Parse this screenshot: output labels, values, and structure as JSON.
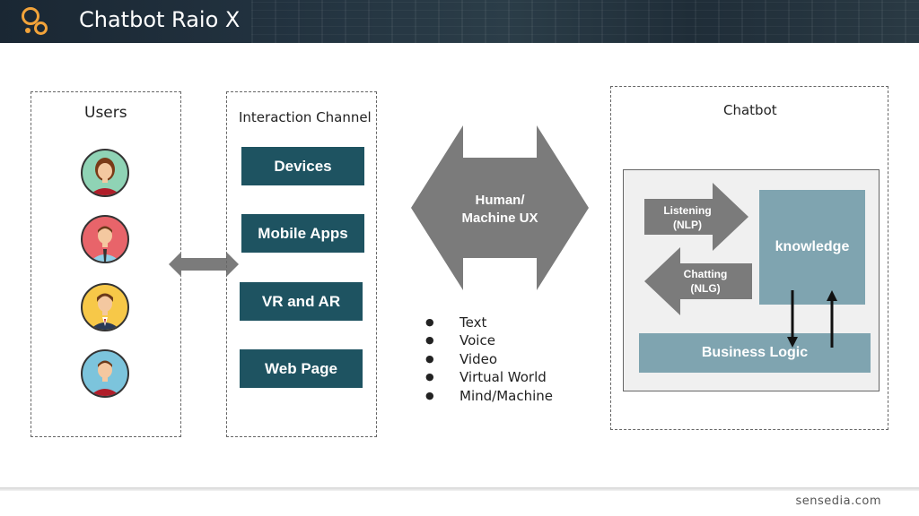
{
  "header": {
    "title": "Chatbot Raio X"
  },
  "users": {
    "label": "Users"
  },
  "channels": {
    "label": "Interaction Channel",
    "items": [
      "Devices",
      "Mobile Apps",
      "VR and AR",
      "Web Page"
    ]
  },
  "hmux": {
    "line1": "Human/",
    "line2": "Machine UX"
  },
  "modalities": [
    "Text",
    "Voice",
    "Video",
    "Virtual World",
    "Mind/Machine"
  ],
  "chatbot": {
    "label": "Chatbot",
    "listening": {
      "line1": "Listening",
      "line2": "(NLP)"
    },
    "chatting": {
      "line1": "Chatting",
      "line2": "(NLG)"
    },
    "knowledge": "knowledge",
    "business_logic": "Business Logic"
  },
  "footer": {
    "brand": "sensedia.com"
  },
  "colors": {
    "channel_button": "#1e5361",
    "arrow_gray": "#7b7b7b",
    "chatbot_block": "#7fa4b0",
    "logo_orange": "#f2a33a"
  }
}
